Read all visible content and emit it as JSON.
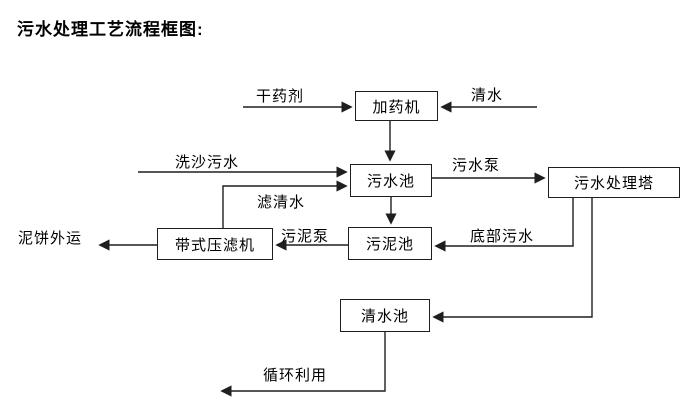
{
  "title": "污水处理工艺流程框图:",
  "diagram_type": "process-flowchart",
  "colors": {
    "background": "#ffffff",
    "ink": "#1f1f1f",
    "text": "#000000"
  },
  "nodes": {
    "dosing_machine": {
      "label": "加药机"
    },
    "sewage_pool": {
      "label": "污水池"
    },
    "treatment_tower": {
      "label": "污水处理塔"
    },
    "sludge_pool": {
      "label": "污泥池"
    },
    "belt_filter_press": {
      "label": "带式压滤机"
    },
    "clean_water_pool": {
      "label": "清水池"
    }
  },
  "edge_labels": {
    "dry_chemical": "干药剂",
    "clean_water": "清水",
    "sand_washing_sewage": "洗沙污水",
    "sewage_pump": "污水泵",
    "filtered_water": "滤清水",
    "sludge_pump": "污泥泵",
    "bottom_sewage": "底部污水",
    "mud_cake_out": "泥饼外运",
    "recycle": "循环利用"
  },
  "edges": [
    {
      "from": "dry_chemical_input",
      "to": "dosing_machine",
      "label": "干药剂"
    },
    {
      "from": "clean_water_input",
      "to": "dosing_machine",
      "label": "清水"
    },
    {
      "from": "dosing_machine",
      "to": "sewage_pool",
      "label": ""
    },
    {
      "from": "sand_washing_input",
      "to": "sewage_pool",
      "label": "洗沙污水"
    },
    {
      "from": "belt_filter_press",
      "to": "sewage_pool",
      "label": "滤清水"
    },
    {
      "from": "sewage_pool",
      "to": "treatment_tower",
      "label": "污水泵"
    },
    {
      "from": "sewage_pool",
      "to": "sludge_pool",
      "label": ""
    },
    {
      "from": "treatment_tower",
      "to": "sludge_pool",
      "label": "底部污水"
    },
    {
      "from": "treatment_tower",
      "to": "clean_water_pool",
      "label": ""
    },
    {
      "from": "sludge_pool",
      "to": "belt_filter_press",
      "label": "污泥泵"
    },
    {
      "from": "belt_filter_press",
      "to": "mud_cake_output",
      "label": "泥饼外运"
    },
    {
      "from": "clean_water_pool",
      "to": "recycle_output",
      "label": "循环利用"
    }
  ]
}
